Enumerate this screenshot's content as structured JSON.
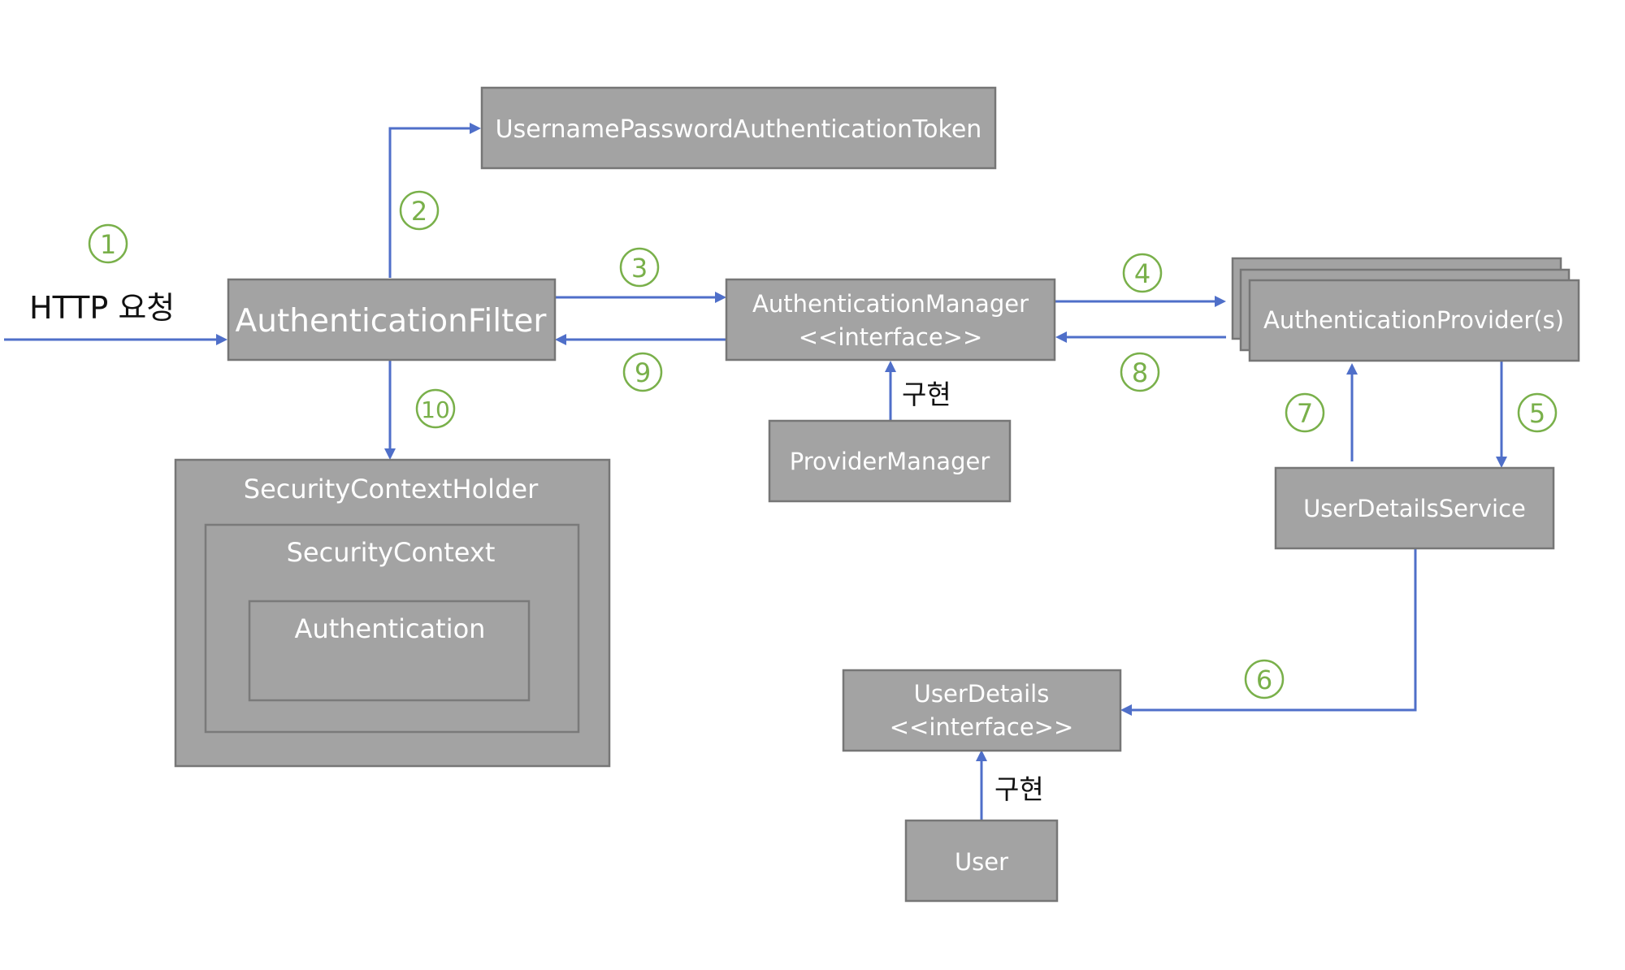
{
  "nodes": {
    "http_request": "HTTP 요청",
    "authentication_filter": "AuthenticationFilter",
    "username_password_token": "UsernamePasswordAuthenticationToken",
    "authentication_manager": "AuthenticationManager",
    "authentication_manager_stereotype": "<<interface>>",
    "provider_manager": "ProviderManager",
    "authentication_providers": "AuthenticationProvider(s)",
    "user_details_service": "UserDetailsService",
    "user_details": "UserDetails",
    "user_details_stereotype": "<<interface>>",
    "user": "User",
    "security_context_holder": "SecurityContextHolder",
    "security_context": "SecurityContext",
    "authentication": "Authentication"
  },
  "labels": {
    "implements_provider_manager": "구현",
    "implements_user": "구현"
  },
  "steps": [
    "1",
    "2",
    "3",
    "4",
    "5",
    "6",
    "7",
    "8",
    "9",
    "10"
  ],
  "colors": {
    "box_fill": "#a3a3a3",
    "box_border": "#767676",
    "arrow": "#4f6fc9",
    "step_number": "#79b04a"
  }
}
